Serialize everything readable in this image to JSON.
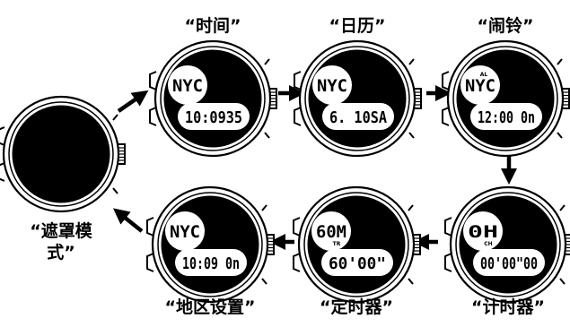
{
  "diagram": {
    "colors": {
      "ink": "#000000",
      "face": "#000000",
      "paper": "#ffffff"
    },
    "captions": {
      "mask": "“遮罩模式”",
      "time": "“时间”",
      "calendar": "“日历”",
      "alarm": "“闹铃”",
      "timer": "“计时器”",
      "countdown": "“定时器”",
      "zone": "“地区设置”"
    },
    "watches": {
      "mask": {
        "top": "",
        "bottom": ""
      },
      "time": {
        "top": "NYC",
        "bottom": "10:0935"
      },
      "calendar": {
        "top": "NYC",
        "bottom": "6. 10SA"
      },
      "alarm": {
        "top": "NYC",
        "top_mark": "AL",
        "bottom": "12:00 0n"
      },
      "timer": {
        "top": "0H",
        "top_mark": "CH",
        "bottom": "00'00\"00"
      },
      "countdown": {
        "top": "60M",
        "top_mark": "TR",
        "bottom": "60'00\""
      },
      "zone": {
        "top": "NYC",
        "bottom": "10:09 0n"
      }
    },
    "flow": [
      "time",
      "calendar",
      "alarm",
      "timer",
      "countdown",
      "zone",
      "mask",
      "time"
    ]
  }
}
